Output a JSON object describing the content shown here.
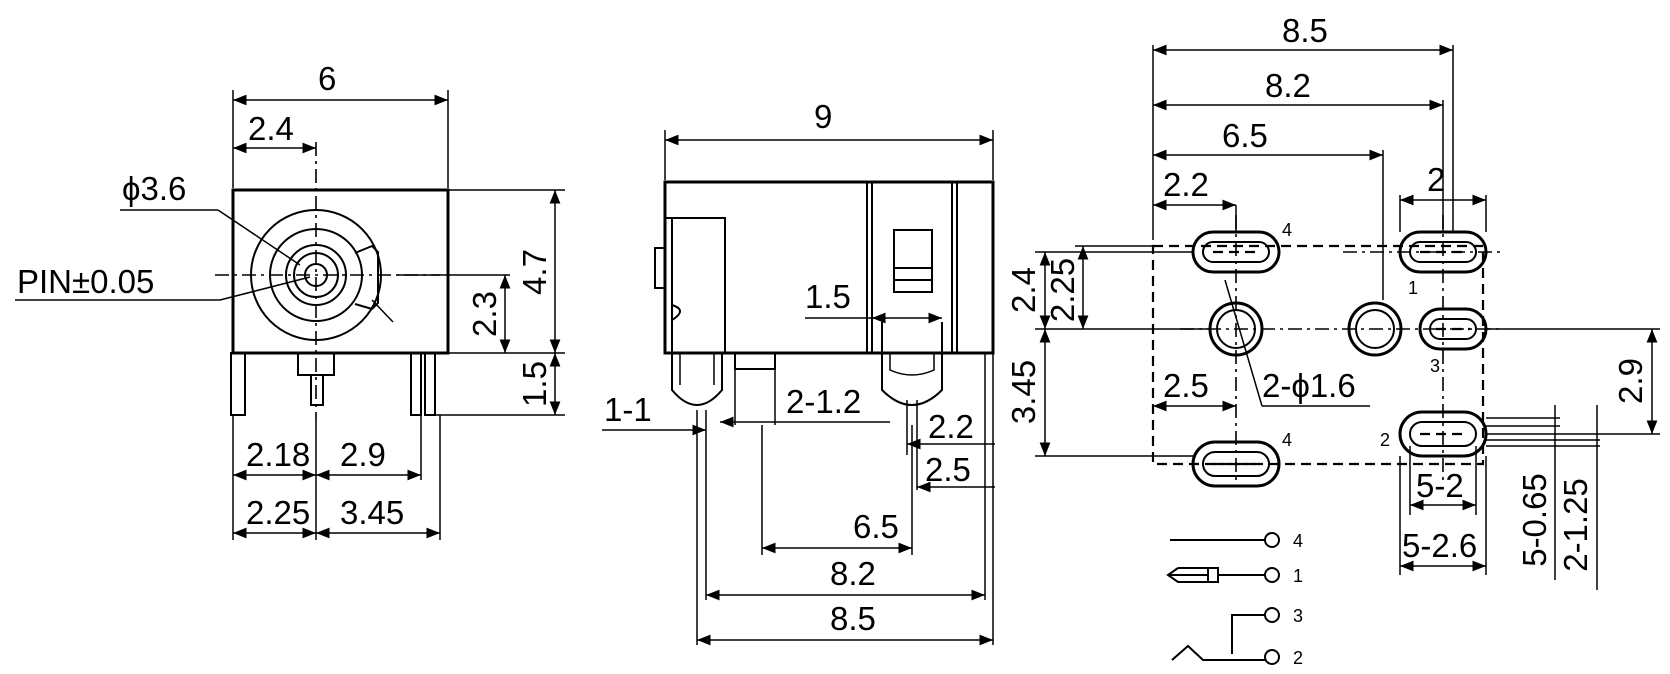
{
  "front_view": {
    "width": "6",
    "offset": "2.4",
    "diameter": "ϕ3.6",
    "pin": "PIN±0.05",
    "height": "4.7",
    "center_height": "2.3",
    "pin_length": "1.5",
    "pin_a": "2.18",
    "pin_b": "2.9",
    "pin_c": "2.25",
    "pin_d": "3.45"
  },
  "side_view": {
    "length": "9",
    "slot": "1.5",
    "pin_width": "1-1",
    "pin_pair": "2-1.2",
    "pin_a": "2.2",
    "pin_b": "2.5",
    "span_a": "6.5",
    "span_b": "8.2",
    "span_c": "8.5"
  },
  "pcb_layout": {
    "top_dims": [
      "8.5",
      "8.2",
      "6.5",
      "2.2",
      "2"
    ],
    "left_dims": [
      "2.4",
      "2.25",
      "3.45"
    ],
    "hole": "2-ϕ1.6",
    "spacing": "2.5",
    "right_dim": "2.9",
    "slot_dims": [
      "5-2",
      "5-2.6",
      "5-0.65",
      "2-1.25"
    ],
    "pad_labels": [
      "4",
      "1",
      "3",
      "2",
      "4"
    ]
  },
  "schematic": {
    "pins": [
      "4",
      "1",
      "3",
      "2"
    ]
  }
}
